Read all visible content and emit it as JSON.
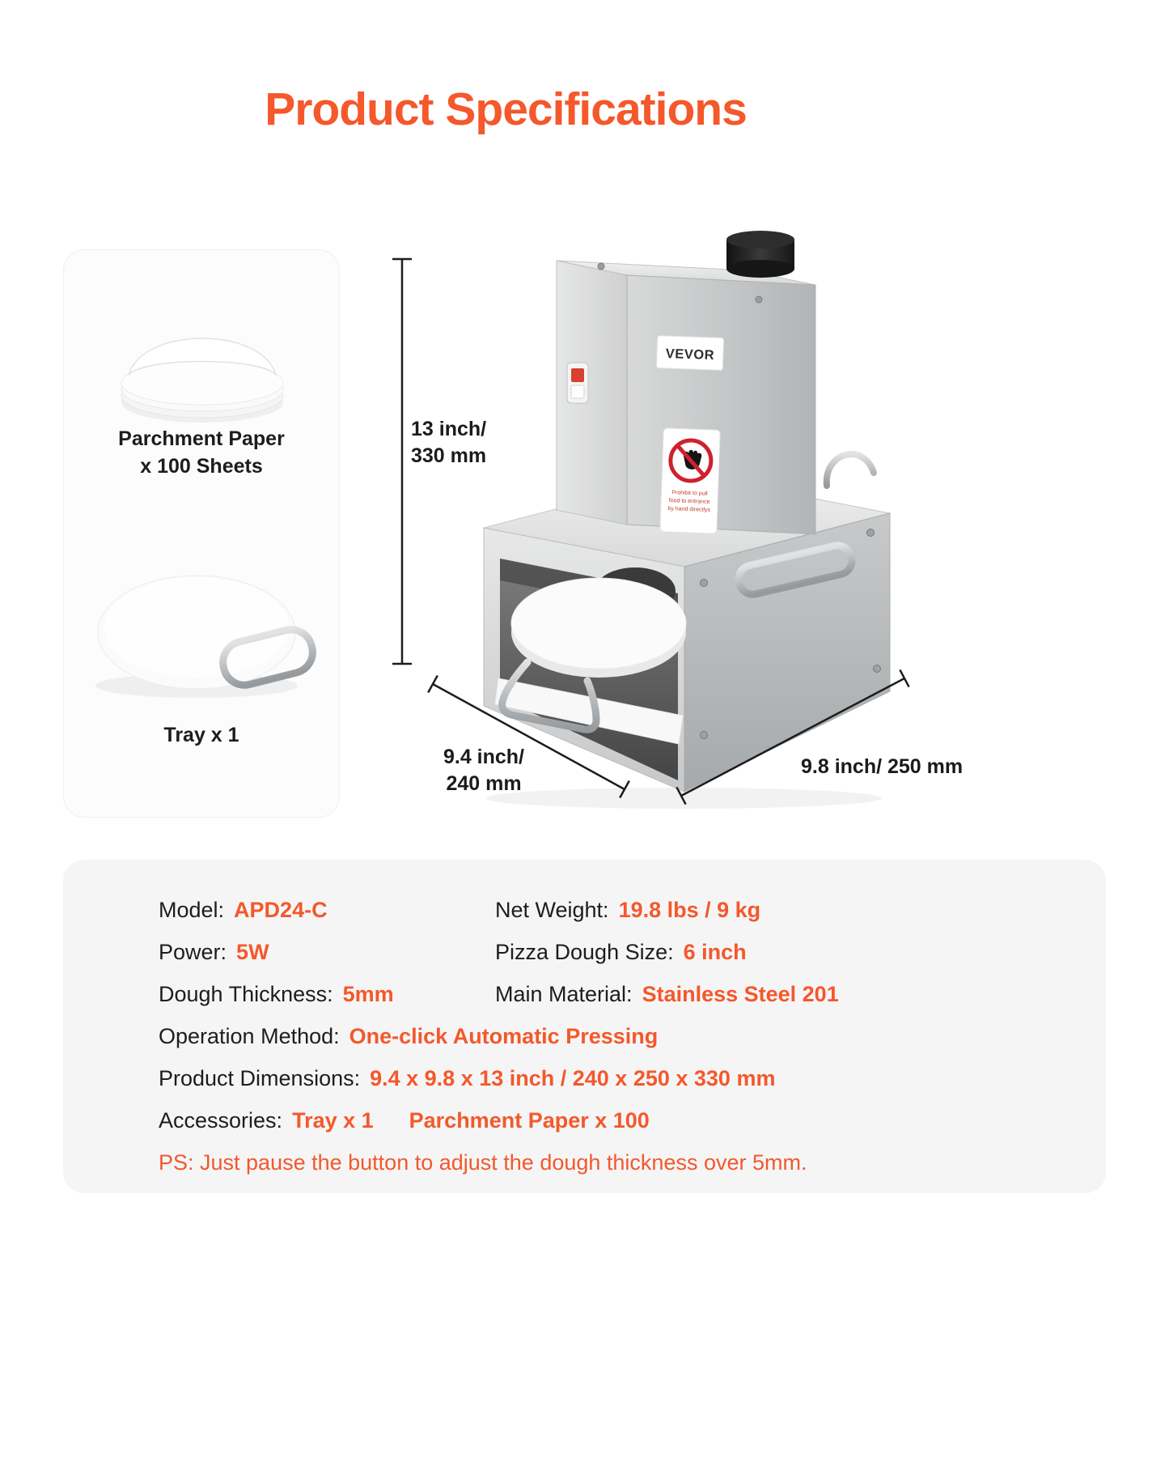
{
  "title": "Product Specifications",
  "colors": {
    "accent": "#F4582B"
  },
  "accessory_card": {
    "parchment_label_line1": "Parchment Paper",
    "parchment_label_line2": "x 100 Sheets",
    "tray_label": "Tray x 1"
  },
  "machine": {
    "brand": "VEVOR",
    "warning_line1": "Prohibit to pull",
    "warning_line2": "food to entrance",
    "warning_line3": "by hand directlys"
  },
  "dimensions": {
    "height_line1": "13 inch/",
    "height_line2": "330 mm",
    "depth_line1": "9.4 inch/",
    "depth_line2": "240 mm",
    "width_label": "9.8 inch/ 250 mm"
  },
  "specs": {
    "model_label": "Model:",
    "model_value": "APD24-C",
    "net_weight_label": "Net Weight:",
    "net_weight_value": "19.8 lbs / 9 kg",
    "power_label": "Power:",
    "power_value": "5W",
    "dough_size_label": "Pizza Dough Size:",
    "dough_size_value": "6 inch",
    "thickness_label": "Dough Thickness:",
    "thickness_value": "5mm",
    "material_label": "Main Material:",
    "material_value": "Stainless Steel 201",
    "operation_label": "Operation Method:",
    "operation_value": "One-click Automatic Pressing",
    "dimensions_label": "Product Dimensions:",
    "dimensions_value": "9.4 x 9.8 x 13 inch / 240 x 250 x 330 mm",
    "accessories_label": "Accessories:",
    "accessories_value_1": "Tray x 1",
    "accessories_value_2": "Parchment Paper x 100",
    "ps_note": "PS: Just pause the button to adjust the dough thickness over 5mm."
  }
}
